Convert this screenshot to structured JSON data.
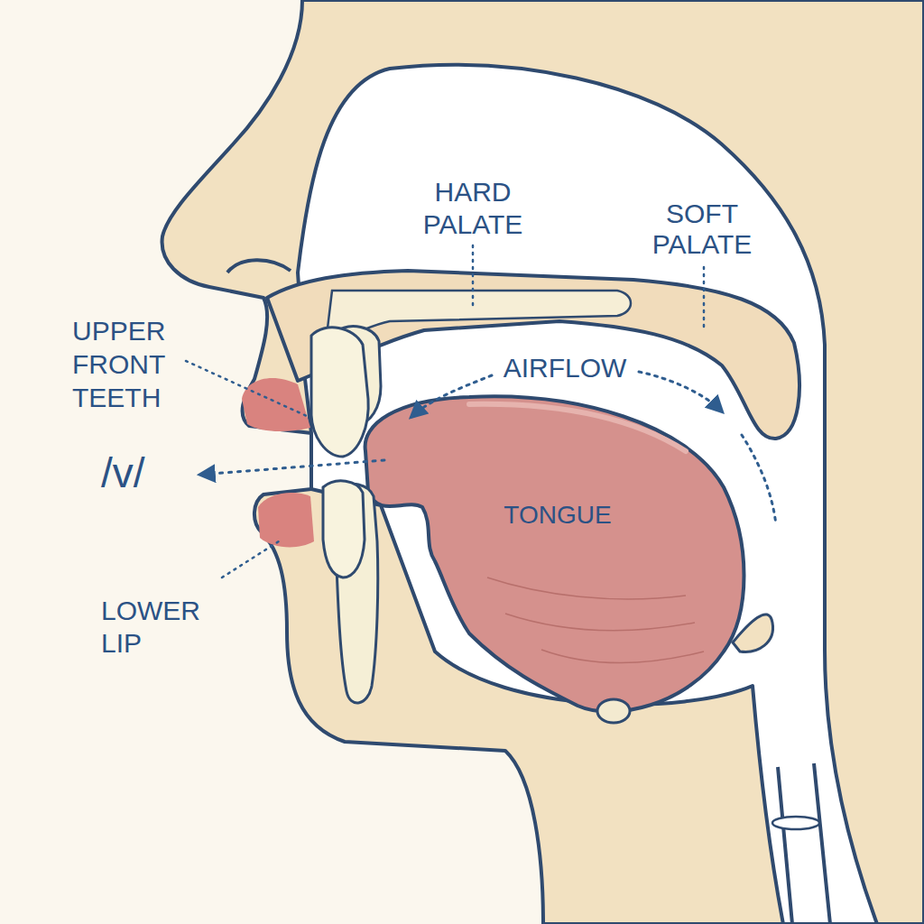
{
  "diagram": {
    "labels": [
      "HARD PALATE",
      "SOFT PALATE",
      "UPPER FRONT TEETH",
      "AIRFLOW",
      "/v/",
      "TONGUE",
      "LOWER LIP"
    ]
  }
}
